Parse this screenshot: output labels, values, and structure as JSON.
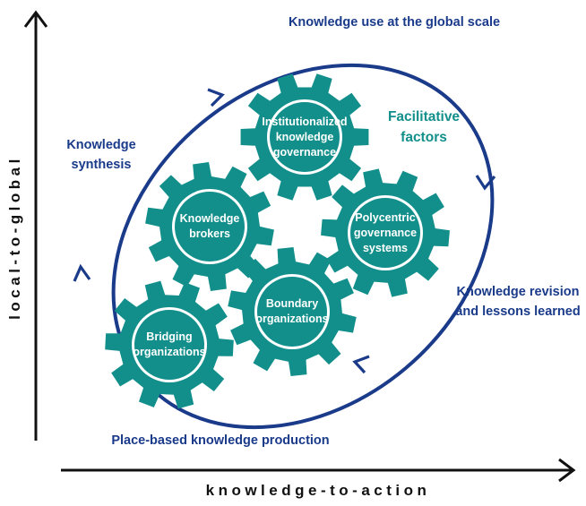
{
  "axes": {
    "x_label": "knowledge-to-action",
    "y_label": "local-to-global"
  },
  "cycle_labels": {
    "top": "Knowledge use at the global scale",
    "left": [
      "Knowledge",
      "synthesis"
    ],
    "right": [
      "Knowledge revision",
      "and lessons learned"
    ],
    "bottom": "Place-based knowledge production"
  },
  "facilitative_factors": [
    "Facilitative",
    "factors"
  ],
  "gears": [
    {
      "id": "institutionalized",
      "lines": [
        "Institutionalized",
        "knowledge",
        "governance"
      ]
    },
    {
      "id": "brokers",
      "lines": [
        "Knowledge",
        "brokers"
      ]
    },
    {
      "id": "polycentric",
      "lines": [
        "Polycentric",
        "governance",
        "systems"
      ]
    },
    {
      "id": "boundary",
      "lines": [
        "Boundary",
        "organizations"
      ]
    },
    {
      "id": "bridging",
      "lines": [
        "Bridging",
        "organizations"
      ]
    }
  ],
  "colors": {
    "cycle_blue": "#1a3a8a",
    "gear_teal": "#128f8b",
    "axis_black": "#111111"
  }
}
